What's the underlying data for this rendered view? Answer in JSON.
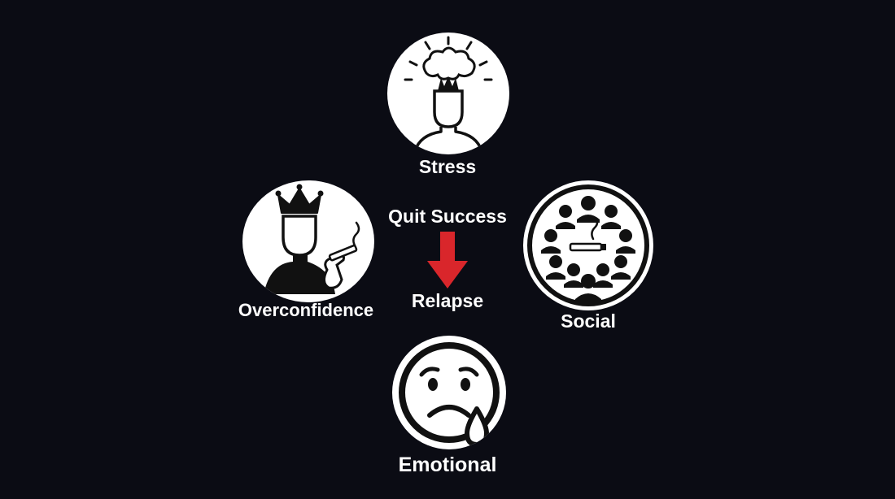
{
  "diagram": {
    "center": {
      "top_label": "Quit Success",
      "bottom_label": "Relapse",
      "arrow_color": "#d9262b"
    },
    "nodes": {
      "stress": {
        "label": "Stress",
        "icon": "exploding-head-icon"
      },
      "overconfidence": {
        "label": "Overconfidence",
        "icon": "crowned-smoker-icon"
      },
      "social": {
        "label": "Social",
        "icon": "crowd-smoking-icon"
      },
      "emotional": {
        "label": "Emotional",
        "icon": "sad-crying-face-icon"
      }
    }
  }
}
